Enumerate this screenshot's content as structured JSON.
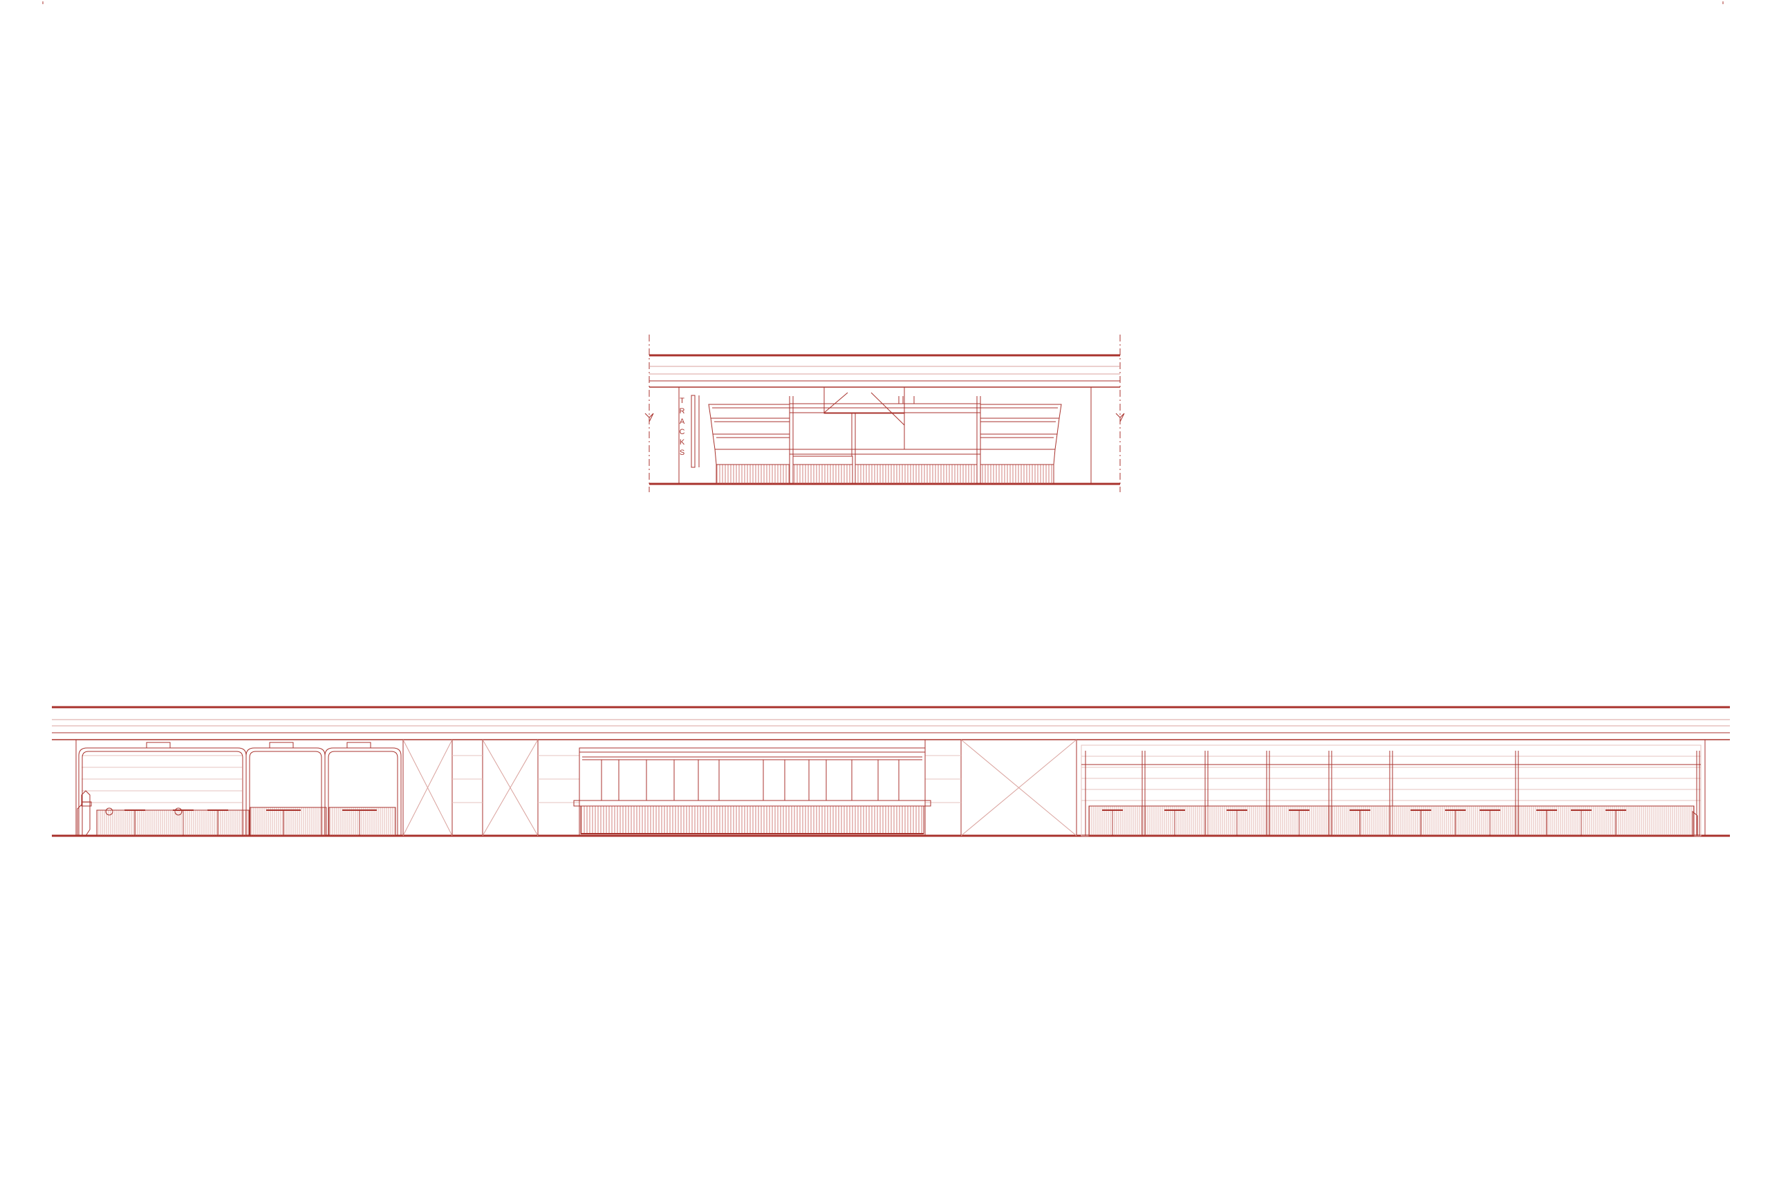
{
  "colors": {
    "line": "#a8322c",
    "line_light": "#d9a19c",
    "hatch": "#c4625b",
    "paper": "#ffffff"
  },
  "elevation_top": {
    "vertical_sign": [
      "T",
      "R",
      "A",
      "C",
      "K",
      "S"
    ]
  },
  "elevation_bottom": {
    "signs": [
      "",
      "",
      ""
    ]
  }
}
